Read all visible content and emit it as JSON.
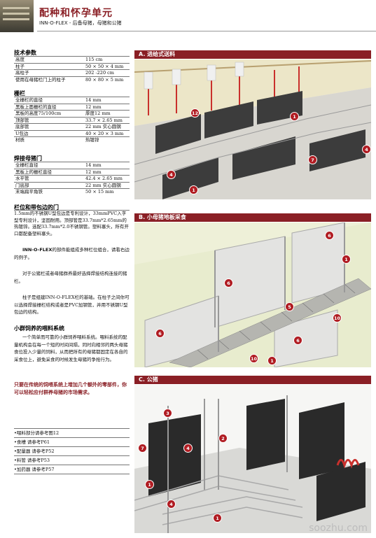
{
  "header": {
    "title": "配种和怀孕单元",
    "subtitle": "INN-O-FLEX  -  后备母猪，母猪和公猪"
  },
  "tech": {
    "heading": "技术参数",
    "rows": [
      {
        "k": "高度",
        "v": "115 cm"
      },
      {
        "k": "柱子",
        "v": "50 × 50 × 4 mm"
      },
      {
        "k": "高柱子",
        "v": "202 -220 cm"
      },
      {
        "k": "使用在母猪栏门上的柱子",
        "v": "80 × 80 × 5 mm"
      }
    ]
  },
  "railing": {
    "heading": "栅栏",
    "rows": [
      {
        "k": "全栅栏的直径",
        "v": "14 mm"
      },
      {
        "k": "黑板上面栅栏的直径",
        "v": "12 mm"
      },
      {
        "k": "黑板的高度75/100cm",
        "v": "厚度12 mm"
      },
      {
        "k": "顶部管",
        "v": "33.7 × 2.65 mm"
      },
      {
        "k": "底部管",
        "v": "22 mm 实心圆钢"
      },
      {
        "k": "U包边",
        "v": "40 × 20 × 3 mm"
      },
      {
        "k": "材质",
        "v": "热镀锌"
      }
    ]
  },
  "gate": {
    "heading": "焊接母猪门",
    "rows": [
      {
        "k": "全栅栏直径",
        "v": "14 mm"
      },
      {
        "k": "黑板上的栅栏直径",
        "v": "12 mm"
      },
      {
        "k": "水平管",
        "v": "42.4 × 2.65 mm"
      },
      {
        "k": "门底部",
        "v": "22 mm 实心圆钢"
      },
      {
        "k": "末端扁平角铁",
        "v": "50 × 15 mm"
      }
    ]
  },
  "fence": {
    "heading": "栏位和带包边的门",
    "text": "1.5mm的不锈钢U型包边是专利设计，33mmPVC入字型专利设计，坚固耐用。顶部管是33.7mm*2.65mm的热镀锌。选配33.7mm*2.0不锈钢管。塑料塞头，所有开口都配备塑料塞头。"
  },
  "body": {
    "p1_brand": "INN-O-FLEX",
    "p1": "的部件能组成多种栏位组合，请看右边的例子。",
    "p2": "对于公猪栏或者母猪群养最好选择焊接结构连接的猪栏。",
    "p3": "柱子是组建INN-O-FLEX栏的基础。在柱子之间你可以选择焊接栅栏结构或者是PVC加钢管，并用不锈钢U型包边的结构。",
    "feed_heading": "小群饲养的喂料系统",
    "p4": "一个简单而可靠的小群饲养喂料系统。喂料系统的配量机构会在每一个短的时间间隔，同时向相邻的两头母猪食位投入少量的饲料，从而把所有的母猪都固定在各自的采食位上，避免采食的时候发生母猪的争抢行为。",
    "highlight": "只要在传统的饲喂系统上增加几个额外的零部件，你可以轻松应付群养母猪的市场需求。"
  },
  "refs": [
    "•喂料部分请参考图12",
    "•食槽  请参考P61",
    "•配量器  请参考P52",
    "•料管  请参考P53",
    "•加药器  请参考P57"
  ],
  "panels": {
    "a": "A. 进给式送料",
    "b": "B. 小母猪地板采食",
    "c": "C. 公猪"
  },
  "markers_a": [
    "12",
    "1",
    "4",
    "4",
    "7",
    "1"
  ],
  "markers_b": [
    "6",
    "1",
    "6",
    "5",
    "10",
    "6",
    "6",
    "10",
    "1"
  ],
  "markers_c": [
    "3",
    "2",
    "7",
    "4",
    "1",
    "4",
    "1"
  ],
  "watermark": "soozhu.com",
  "colors": {
    "accent": "#8a1f25",
    "marker": "#b01c22"
  }
}
